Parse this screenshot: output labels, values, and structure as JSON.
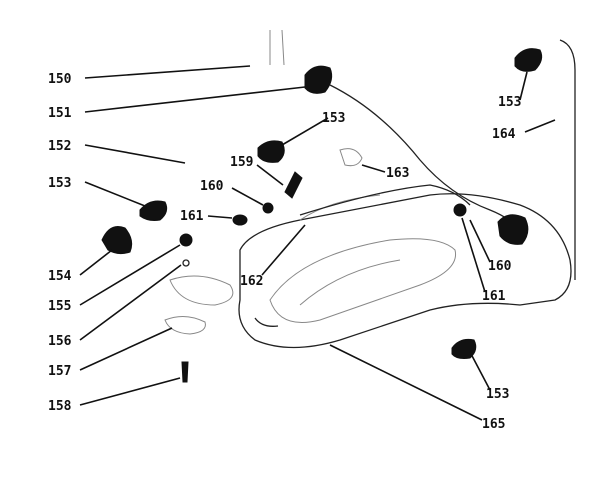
{
  "diagram": {
    "type": "exploded parts diagram",
    "callouts": [
      {
        "id": "c150",
        "label": "150"
      },
      {
        "id": "c151",
        "label": "151"
      },
      {
        "id": "c152",
        "label": "152"
      },
      {
        "id": "c153a",
        "label": "153"
      },
      {
        "id": "c153b",
        "label": "153"
      },
      {
        "id": "c153c",
        "label": "153"
      },
      {
        "id": "c153d",
        "label": "153"
      },
      {
        "id": "c154",
        "label": "154"
      },
      {
        "id": "c155",
        "label": "155"
      },
      {
        "id": "c156",
        "label": "156"
      },
      {
        "id": "c157",
        "label": "157"
      },
      {
        "id": "c158",
        "label": "158"
      },
      {
        "id": "c159",
        "label": "159"
      },
      {
        "id": "c160a",
        "label": "160"
      },
      {
        "id": "c160b",
        "label": "160"
      },
      {
        "id": "c161a",
        "label": "161"
      },
      {
        "id": "c161b",
        "label": "161"
      },
      {
        "id": "c162",
        "label": "162"
      },
      {
        "id": "c163",
        "label": "163"
      },
      {
        "id": "c164",
        "label": "164"
      },
      {
        "id": "c165",
        "label": "165"
      }
    ]
  }
}
